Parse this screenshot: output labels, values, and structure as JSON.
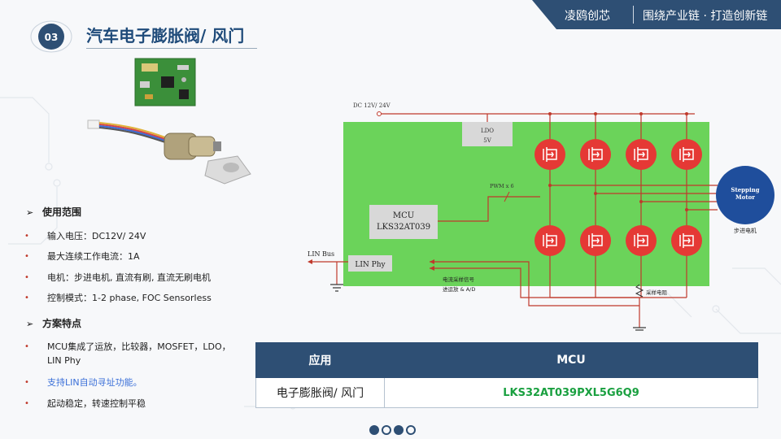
{
  "header": {
    "brand": "凌鸥创芯",
    "slogan": "围绕产业链 · 打造创新链"
  },
  "section_number": "03",
  "title": "汽车电子膨胀阀/ 风门",
  "usage": {
    "heading": "使用范围",
    "items": [
      "输入电压：DC12V/ 24V",
      "最大连续工作电流：1A",
      "电机：步进电机, 直流有刷, 直流无刷电机",
      "控制模式：1-2 phase, FOC Sensorless"
    ]
  },
  "features": {
    "heading": "方案特点",
    "items": [
      "MCU集成了运放，比较器，MOSFET，LDO，",
      "LIN Phy",
      "支持LIN自动寻址功能。",
      "起动稳定，转速控制平稳"
    ]
  },
  "schematic": {
    "dc_label": "DC 12V/ 24V",
    "ldo_label": "LDO",
    "ldo_voltage": "5V",
    "mcu_label": "MCU",
    "mcu_part": "LKS32AT039",
    "pwm_label": "PWM x 6",
    "lin_bus": "LIN Bus",
    "lin_phy": "LIN Phy",
    "sense_label_1": "电流采样信号",
    "sense_label_2": "进运放 & A/D",
    "shunt_label": "采样电阻",
    "motor_label_1": "Stepping",
    "motor_label_2": "Motor",
    "motor_cn": "步进电机"
  },
  "table": {
    "headers": [
      "应用",
      "MCU"
    ],
    "rows": [
      [
        "电子膨胀阀/ 风门",
        "LKS32AT039PXL5G6Q9"
      ]
    ]
  },
  "pagination": {
    "total": 4,
    "filled": [
      0,
      2
    ]
  },
  "colors": {
    "accent": "#2e4f74",
    "board_green": "#6bd35a",
    "wire_red": "#c0392b",
    "mcu_green": "#1aa040"
  }
}
